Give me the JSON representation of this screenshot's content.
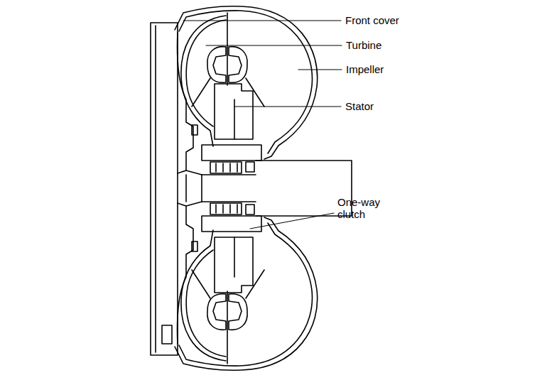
{
  "diagram": {
    "labels": [
      "Front cover",
      "Turbine",
      "Impeller",
      "Stator",
      "One-way clutch"
    ]
  }
}
